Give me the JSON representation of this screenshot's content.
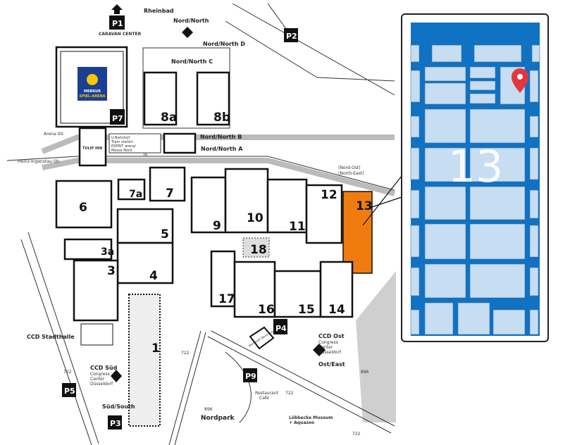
{
  "map": {
    "top_labels": {
      "rheinbad": "Rheinbad",
      "caravan": "CARAVAN CENTER",
      "north": "Nord/North",
      "north_a": "Nord/North A",
      "north_b": "Nord/North B",
      "north_c": "Nord/North C",
      "north_d": "Nord/North D",
      "north_east_1": "(Nord-Ost)",
      "north_east_2": "(North-East)",
      "arena_str": "Arena-Str.",
      "heinz_str": "Heinz-Ingenstau-Str.",
      "east": "Ost/East",
      "south": "Süd/South",
      "nordpark": "Nordpark"
    },
    "tram": {
      "line1": "U-Bahnhof",
      "line2": "Tram station",
      "line3": "ESPRIT arena/",
      "line4": "Messe Nord",
      "number": "78"
    },
    "arena_logo": {
      "line1": "MERKUR",
      "line2": "SPIEL-ARENA"
    },
    "hotel": "TULIP INN",
    "parkings": [
      "P1",
      "P2",
      "P3",
      "P4",
      "P5",
      "P7",
      "P9"
    ],
    "halls": {
      "h1": "1",
      "h3": "3",
      "h3a": "3a",
      "h4": "4",
      "h5": "5",
      "h6": "6",
      "h7": "7",
      "h7a": "7a",
      "h8a": "8a",
      "h8b": "8b",
      "h9": "9",
      "h10": "10",
      "h11": "11",
      "h12": "12",
      "h13": "13",
      "h14": "14",
      "h15": "15",
      "h16": "16",
      "h17": "17",
      "h18": "18"
    },
    "ccd": {
      "stadthalle": "CCD Stadthalle",
      "sued": "CCD Süd",
      "ost": "CCD Ost",
      "sub1": "Congress",
      "sub2": "Center",
      "sub3": "Düsseldorf"
    },
    "places": {
      "restaurant": "Restaurant",
      "cafe": "Café",
      "museum1": "Löbbecke Museum",
      "museum2": "+ Aquazoo",
      "werkstatt": "Werkstatt Workshop",
      "bus_722": "722",
      "bus_896": "896"
    },
    "highlight_hall": "13",
    "inset": {
      "hall_label": "13",
      "marker": "location-pin-icon"
    },
    "colors": {
      "highlight": "#f07c0f",
      "inset_blue": "#0f72c3",
      "inset_room": "#c6ddf2",
      "pin": "#e0383e",
      "grey_area": "#cfcfcf"
    }
  }
}
